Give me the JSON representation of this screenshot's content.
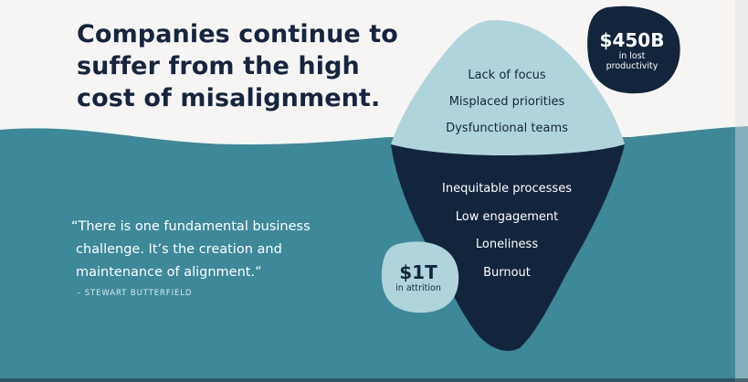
{
  "headline": [
    "Companies continue to",
    "suffer from the high",
    "cost of misalignment."
  ],
  "quote": {
    "lines": [
      "“There is one fundamental business",
      "challenge. It’s the creation and",
      "maintenance of alignment.”"
    ],
    "attribution": "– STEWART BUTTERFIELD"
  },
  "iceberg": {
    "above_water": [
      "Lack of focus",
      "Misplaced priorities",
      "Dysfunctional teams"
    ],
    "below_water": [
      "Inequitable processes",
      "Low engagement",
      "Loneliness",
      "Burnout"
    ]
  },
  "badges": {
    "top": {
      "amount": "$450B",
      "caption": [
        "in lost",
        "productivity"
      ]
    },
    "bottom": {
      "amount": "$1T",
      "caption": [
        "in attrition"
      ]
    }
  },
  "colors": {
    "background": "#f7f5f3",
    "water": "#3d8899",
    "ice_top": "#b0d4dc",
    "ice_bottom": "#13253d",
    "navy_text": "#15253f"
  }
}
